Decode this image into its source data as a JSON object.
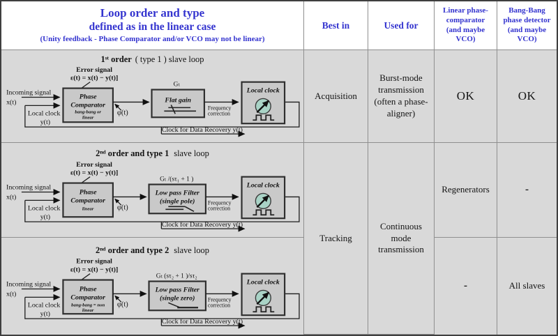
{
  "header": {
    "title_line1": "Loop order and type",
    "title_line2": "defined as in the linear case",
    "title_line3": "(Unity feedback  - Phase Comparator and/or VCO may not be linear)",
    "best_in": "Best in",
    "used_for": "Used for",
    "linear_col": [
      "Linear phase-",
      "comparator",
      "(and maybe",
      "VCO)"
    ],
    "bangbang_col": [
      "Bang-Bang",
      "phase detector",
      "(and maybe",
      "VCO)"
    ]
  },
  "cells": {
    "best_in_row1": "Acquisition",
    "best_in_row23": "Tracking",
    "used_for_row1": "Burst-mode transmission (often a phase-aligner)",
    "used_for_row23": "Continuous mode transmission",
    "linear_row1": "OK",
    "linear_row2": "Regenerators",
    "linear_row3": "-",
    "bang_row1": "OK",
    "bang_row2": "-",
    "bang_row3": "All  slaves"
  },
  "diagrams": [
    {
      "title_bold": "1ˢᵗ order",
      "title_rest": "( type 1 ) slave loop",
      "error_line1": "Error signal",
      "error_line2": "ε(t) = x(t) − y(t)]",
      "incoming": "Incoming signal",
      "incoming_signal": "x(t)",
      "local_clock": "Local clock",
      "local_clock_signal": "y(t)",
      "comp_line1": "Phase",
      "comp_line2": "Comparator",
      "comp_sub1": "bang-bang or",
      "comp_sub2": "linear",
      "phi": "φ(t)",
      "transfer": "Gₜ",
      "block_line1": "Flat gain",
      "block_line2": "",
      "freq1": "Frequency",
      "freq2": "correction",
      "clock_title": "Local clock",
      "recovery": "Clock for Data Recovery y(t)"
    },
    {
      "title_bold": "2ⁿᵈ order and  type 1",
      "title_rest": "slave loop",
      "error_line1": "Error signal",
      "error_line2": "ε(t) = x(t) − y(t)]",
      "incoming": "Incoming signal",
      "incoming_signal": "x(t)",
      "local_clock": "Local clock",
      "local_clock_signal": "y(t)",
      "comp_line1": "Phase",
      "comp_line2": "Comparator",
      "comp_sub1": "linear",
      "comp_sub2": "",
      "phi": "φ(t)",
      "transfer": "Gₜ /(sτ₁ + 1 )",
      "block_line1": "Low pass Filter",
      "block_line2": "(single pole)",
      "freq1": "Frequency",
      "freq2": "correction",
      "clock_title": "Local clock",
      "recovery": "Clock for Data Recovery y(t)"
    },
    {
      "title_bold": "2ⁿᵈ order and  type 2",
      "title_rest": "slave loop",
      "error_line1": "Error signal",
      "error_line2": "ε(t) = x(t) − y(t)]",
      "incoming": "Incoming signal",
      "incoming_signal": "x(t)",
      "local_clock": "Local clock",
      "local_clock_signal": "y(t)",
      "comp_line1": "Phase",
      "comp_line2": "Comparator",
      "comp_sub1": "bang-bang = non",
      "comp_sub2": "linear",
      "phi": "φ(t)",
      "transfer": "Gₜ (sτ₂ + 1 )/sτ₂",
      "block_line1": "Low pass Filter",
      "block_line2": "(single zero)",
      "freq1": "Frequency",
      "freq2": "correction",
      "clock_title": "Local clock",
      "recovery": "Clock for Data Recovery y(t)"
    }
  ],
  "colors": {
    "header_blue": "#3434cf",
    "body_bg": "#d9d9d9",
    "block_fill": "#c9c9c9",
    "vco_circle": "#a9d3c6"
  }
}
